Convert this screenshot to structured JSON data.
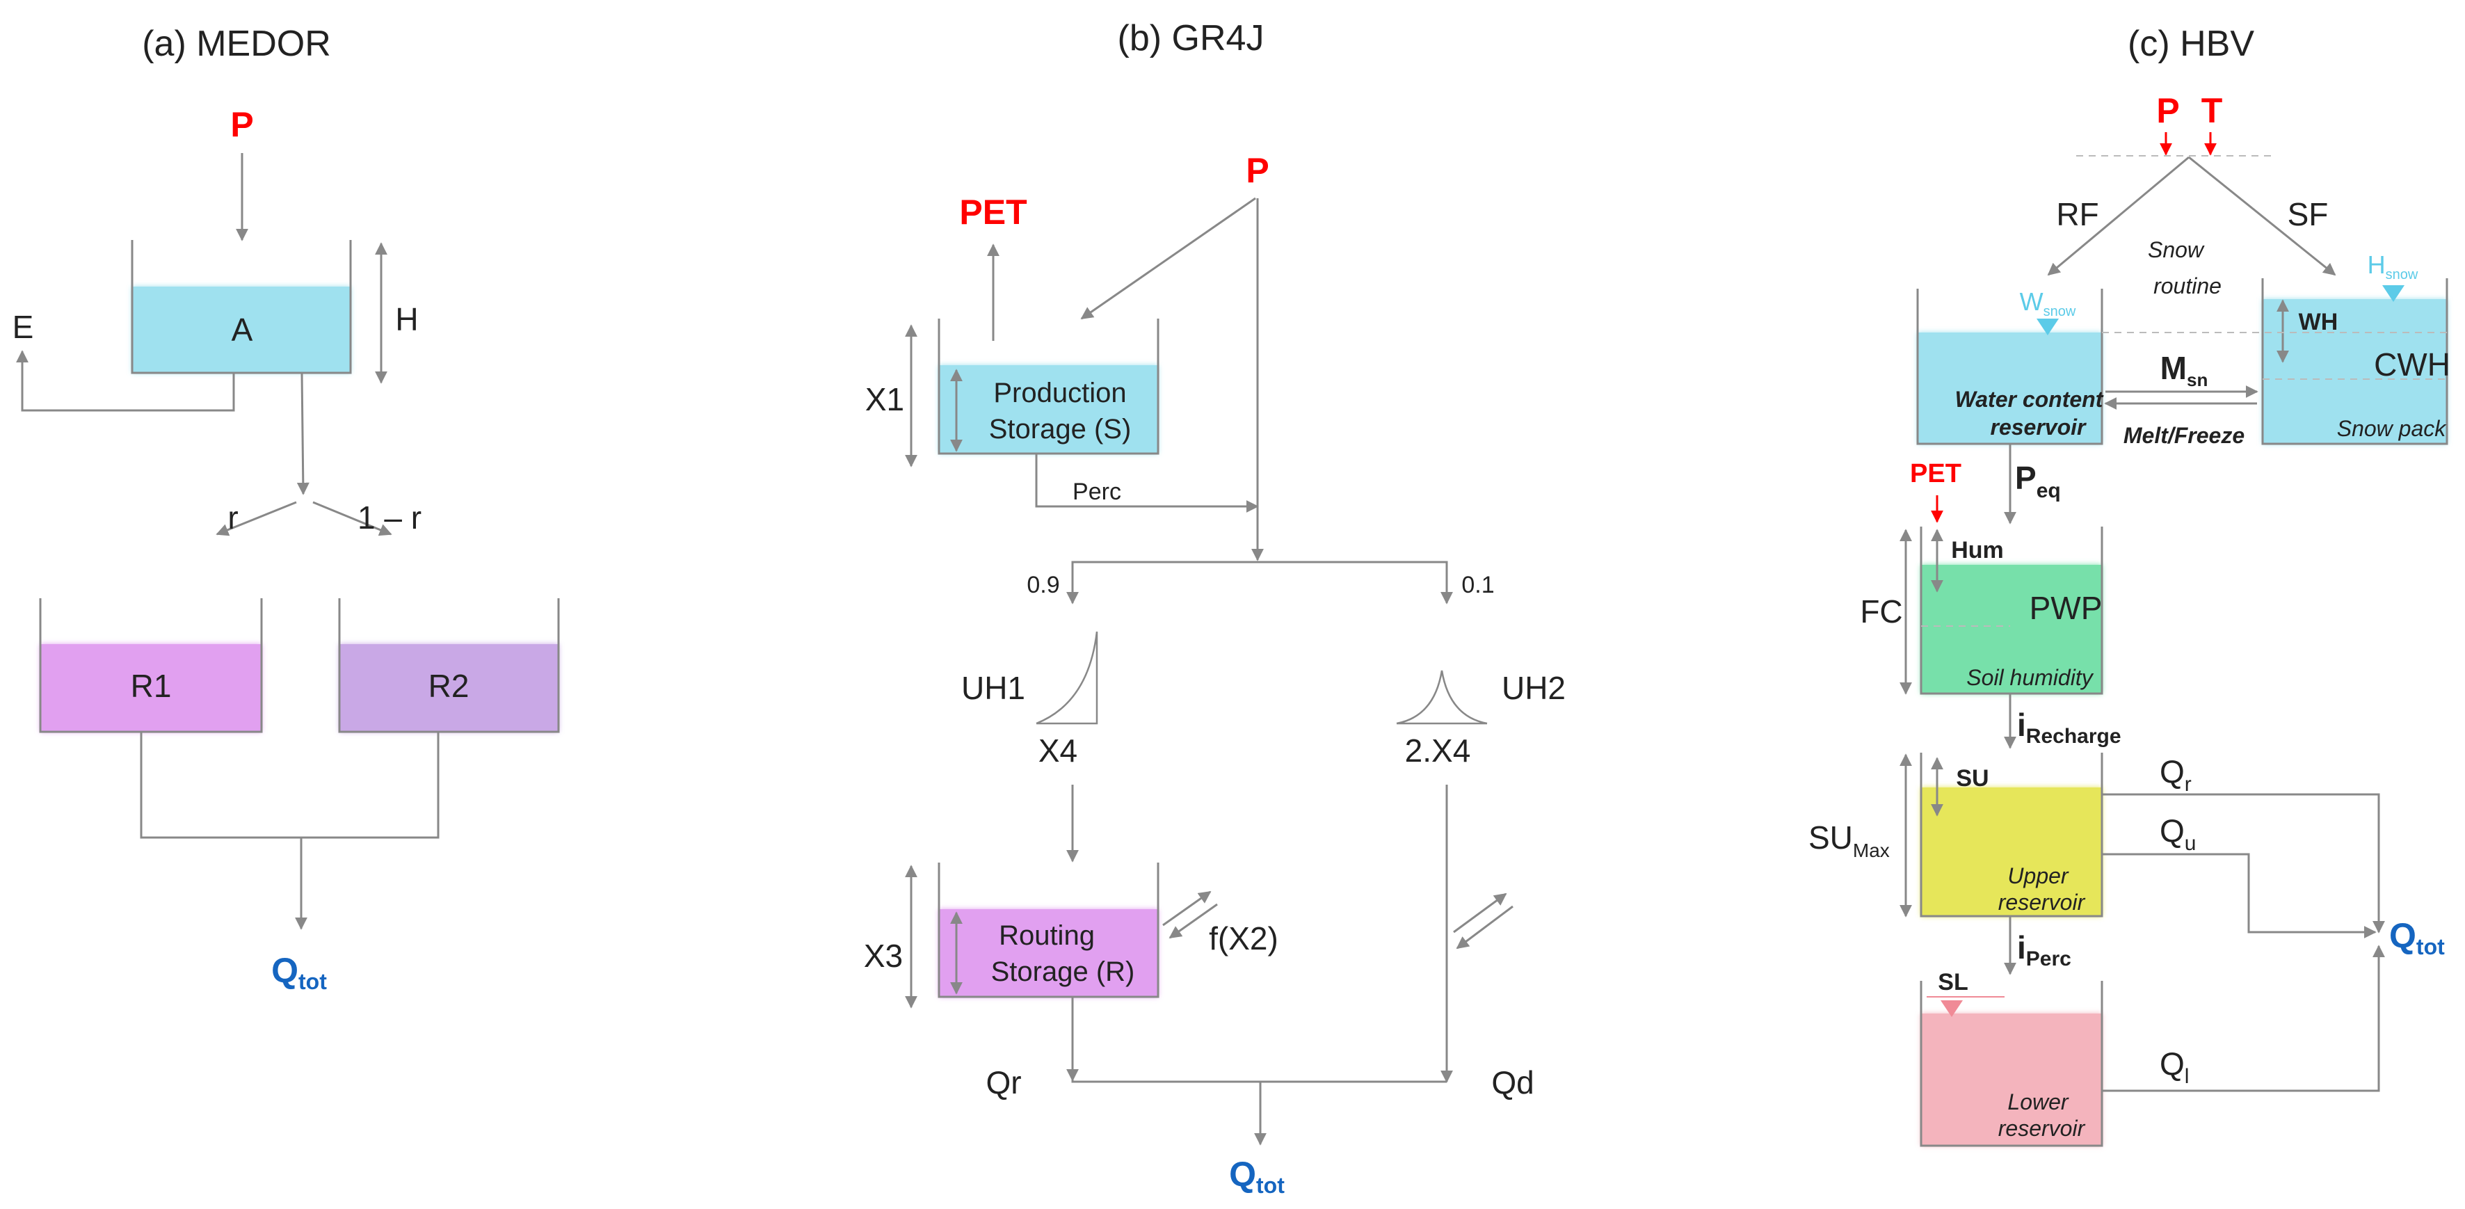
{
  "colors": {
    "red": "#ff0000",
    "blue": "#1565c0",
    "cyan": "#9fe1ef",
    "magenta": "#e1a0f0",
    "lavender": "#c9a8e6",
    "green": "#77e0aa",
    "yellow": "#e6e65a",
    "pink": "#f4b4bd",
    "snow_marker": "#5ccbe8",
    "sl_marker": "#f08a96",
    "line": "#888888"
  },
  "medor": {
    "title": "(a) MEDOR",
    "input_p": "P",
    "evap": "E",
    "store_a": "A",
    "height": "H",
    "split_r": "r",
    "split_1r": "1 – r",
    "store_r1": "R1",
    "store_r2": "R2",
    "output": {
      "main": "Q",
      "sub": "tot"
    }
  },
  "gr4j": {
    "title": "(b) GR4J",
    "input_p": "P",
    "pet": "PET",
    "x1": "X1",
    "production_line1": "Production",
    "production_line2": "Storage (S)",
    "perc": "Perc",
    "frac_09": "0.9",
    "frac_01": "0.1",
    "uh1": "UH1",
    "uh2": "UH2",
    "x4": "X4",
    "x4_2": "2.X4",
    "x3": "X3",
    "routing_line1": "Routing",
    "routing_line2": "Storage (R)",
    "fx2": "f(X2)",
    "qr": "Qr",
    "qd": "Qd",
    "output": {
      "main": "Q",
      "sub": "tot"
    }
  },
  "hbv": {
    "title": "(c) HBV",
    "input_p": "P",
    "input_t": "T",
    "rf": "RF",
    "sf": "SF",
    "snow_routine_1": "Snow",
    "snow_routine_2": "routine",
    "w_snow": {
      "main": "W",
      "sub": "snow"
    },
    "h_snow": {
      "main": "H",
      "sub": "snow"
    },
    "water_content_1": "Water content",
    "water_content_2": "reservoir",
    "msn": {
      "main": "M",
      "sub": "sn"
    },
    "melt_freeze": "Melt/Freeze",
    "wh": "WH",
    "cwh": "CWH",
    "snow_pack": "Snow pack",
    "pet": "PET",
    "peq": {
      "main": "P",
      "sub": "eq"
    },
    "hum": "Hum",
    "fc": "FC",
    "pwp": "PWP",
    "soil_humidity": "Soil humidity",
    "i_recharge": {
      "main": "i",
      "sub": "Recharge"
    },
    "su": "SU",
    "su_max": {
      "main": "SU",
      "sub": "Max"
    },
    "qr": {
      "main": "Q",
      "sub": "r"
    },
    "qu": {
      "main": "Q",
      "sub": "u"
    },
    "upper_1": "Upper",
    "upper_2": "reservoir",
    "i_perc": {
      "main": "i",
      "sub": "Perc"
    },
    "sl": "SL",
    "ql": {
      "main": "Q",
      "sub": "l"
    },
    "lower_1": "Lower",
    "lower_2": "reservoir",
    "output": {
      "main": "Q",
      "sub": "tot"
    }
  }
}
